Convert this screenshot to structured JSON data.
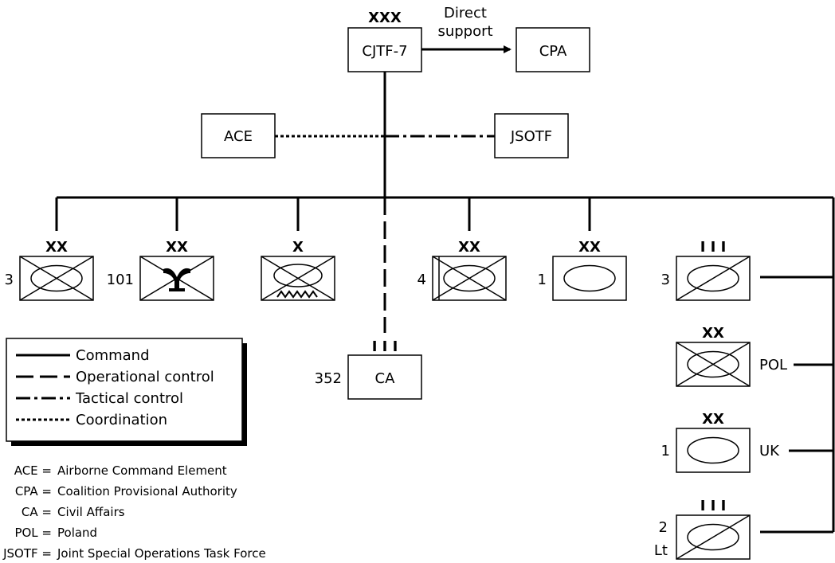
{
  "top": {
    "echelon": "XXX",
    "cjtf": "CJTF-7",
    "cpa": "CPA",
    "arrow_label_line1": "Direct",
    "arrow_label_line2": "support"
  },
  "staff": {
    "ace": "ACE",
    "jsotf": "JSOTF"
  },
  "units": [
    {
      "designation": "3",
      "echelon": "XX"
    },
    {
      "designation": "101",
      "echelon": "XX"
    },
    {
      "designation": "",
      "echelon": "X"
    },
    {
      "designation": "4",
      "echelon": "XX"
    },
    {
      "designation": "1",
      "echelon": "XX"
    },
    {
      "designation": "3",
      "echelon": "I I I"
    }
  ],
  "ca_unit": {
    "designation": "352",
    "echelon": "I I I",
    "label": "CA"
  },
  "right_units": [
    {
      "designation": "",
      "echelon": "XX",
      "side_label": "POL"
    },
    {
      "designation": "1",
      "echelon": "XX",
      "side_label": "UK"
    },
    {
      "designation_line1": "2",
      "designation_line2": "Lt",
      "echelon": "I I I"
    }
  ],
  "legend": {
    "items": [
      "Command",
      "Operational control",
      "Tactical control",
      "Coordination"
    ]
  },
  "abbreviations": [
    {
      "abbr": "ACE =",
      "meaning": "Airborne Command Element"
    },
    {
      "abbr": "CPA =",
      "meaning": "Coalition Provisional Authority"
    },
    {
      "abbr": "CA =",
      "meaning": "Civil Affairs"
    },
    {
      "abbr": "POL =",
      "meaning": "Poland"
    },
    {
      "abbr": "JSOTF =",
      "meaning": "Joint Special Operations Task Force"
    }
  ]
}
